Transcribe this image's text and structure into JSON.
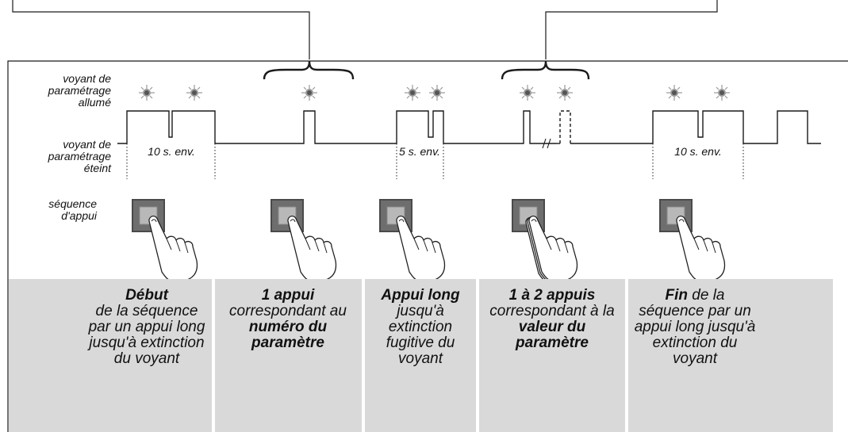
{
  "labels": {
    "led_on": "voyant de paramétrage allumé",
    "led_off": "voyant de paramétrage éteint",
    "press_sequence": "séquence d'appui"
  },
  "durations": {
    "d1": "10 s. env.",
    "d2": "5 s. env.",
    "d3": "10 s. env."
  },
  "captions": {
    "c1": {
      "bold": "Début",
      "text": "de la séquence par un appui long jusqu'à extinction du voyant"
    },
    "c2": {
      "bold": "1 appui",
      "text1": "correspondant au ",
      "bold2": "numéro du paramètre"
    },
    "c3": {
      "bold": "Appui long",
      "text": "jusqu'à extinction fugitive du voyant"
    },
    "c4": {
      "bold": "1 à 2 appuis",
      "text1": "correspondant à la ",
      "bold2": "valeur du paramètre"
    },
    "c5": {
      "bold": "Fin",
      "text1": " de la",
      "text2": "séquence par un appui long jusqu'à extinction du voyant"
    }
  },
  "colors": {
    "panel": "#d9d9d9",
    "line": "#1a1a1a",
    "led_glow": "#9a9a9a",
    "led_core": "#555555",
    "button_dark": "#4a4a4a",
    "button_light": "#b8b8b8"
  },
  "icons": [
    "led-on-icon",
    "pressing-hand-icon",
    "multi-press-hand-icon"
  ]
}
